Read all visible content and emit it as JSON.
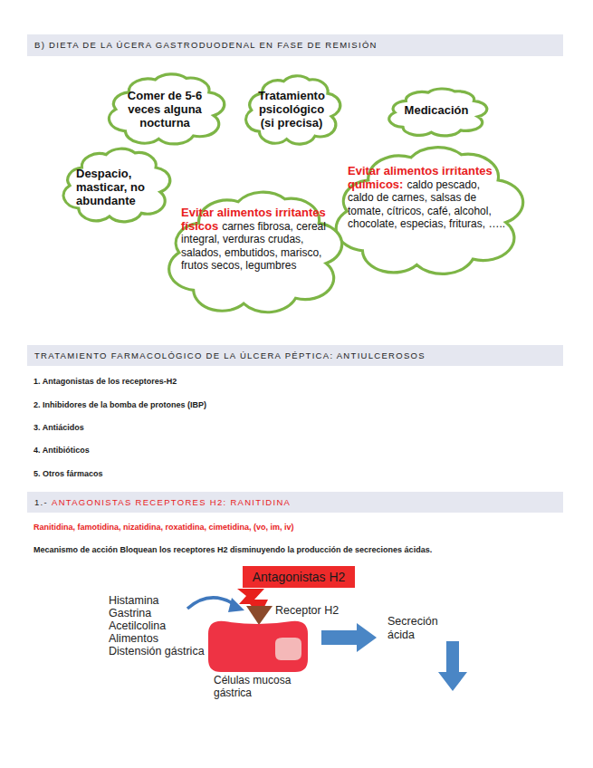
{
  "diagram": {
    "nodes": [
      {
        "text": [
          "B) DIETA DE LA ÚCERA GASTRODUODENAL EN FASE DE REMISIÓN"
        ]
      },
      {
        "text": [
          "Comer de 5-6 veces alguna nocturna"
        ]
      },
      {
        "text": [
          "Tratamiento psicológico (si precisa)"
        ]
      },
      {
        "text": [
          "Medicación"
        ]
      },
      {
        "text": [
          "Despacio, masticar, no abundante"
        ]
      },
      {
        "text": [
          "Evitar alimentos irritantes químicos:",
          "caldo pescado, caldo de carnes, salsas de tomate, cítricos, café, alcohol, chocolate, especias, frituras, ….."
        ]
      },
      {
        "text": [
          "Evitar alimentos irritantes físicos",
          "carnes fibrosa, cereal integral, verduras crudas, salados, embutidos, marisco, frutos secos, legumbres"
        ]
      },
      {
        "text": [
          "TRATAMIENTO FARMACOLÓGICO DE LA ÚLCERA PÉPTICA: ANTIULCEROSOS"
        ]
      },
      {
        "text": [
          "1.-",
          "ANTAGONISTAS RECEPTORES H2: RANITIDINA"
        ]
      },
      {
        "text": [
          "Antagonistas H2"
        ]
      }
    ],
    "labels": [
      "1. Antagonistas de los receptores-H2",
      "2. Inhibidores de la bomba de protones (IBP)",
      "3. Antiácidos",
      "4. Antibióticos",
      "5. Otros fármacos",
      "Ranitidina, famotidina, nizatidina, roxatidina, cimetidina, (vo, im, iv)",
      "Mecanismo de acción Bloquean los receptores H2 disminuyendo la producción de secreciones ácidas.",
      "Histamina",
      "Gastrina",
      "Acetilcolina",
      "Alimentos",
      "Distensión gástrica",
      "Receptor H2",
      "Células mucosa gástrica",
      "Secreción ácida"
    ]
  }
}
